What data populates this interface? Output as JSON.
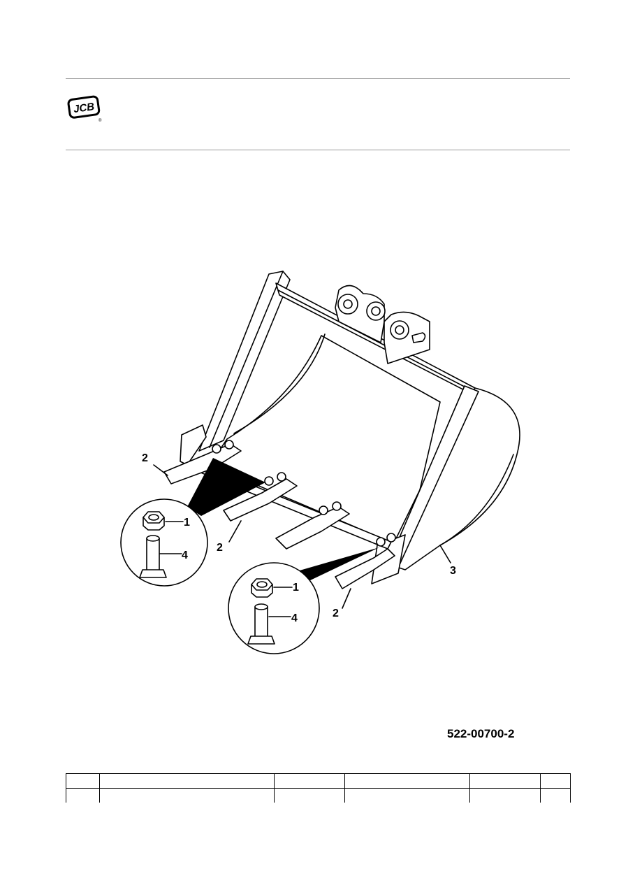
{
  "header": {
    "logo_text": "JCB",
    "logo_mark": "®"
  },
  "figure": {
    "callouts": {
      "nut": "1",
      "tooth": "2",
      "bucket": "3",
      "bolt": "4"
    },
    "code": "522-00700-2"
  },
  "parts_table": {
    "rows": [
      [
        "",
        "",
        "",
        "",
        "",
        ""
      ],
      [
        "",
        "",
        "",
        "",
        "",
        ""
      ]
    ]
  }
}
